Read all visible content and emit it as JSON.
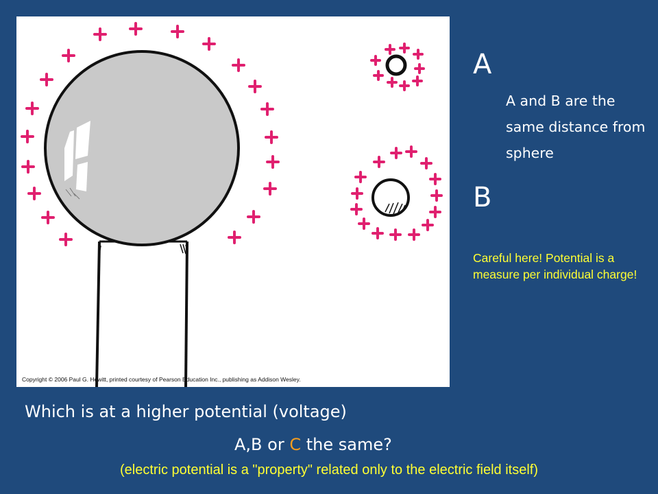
{
  "figure": {
    "copyright": "Copyright © 2006 Paul G. Hewitt, printed courtesy of Pearson Education Inc., publishing as Addison Wesley.",
    "charge_symbol": "+",
    "colors": {
      "charge": "#e0206f",
      "sphere": "#c9c9c9",
      "outline": "#111111"
    }
  },
  "labels": {
    "a": "A",
    "b": "B"
  },
  "note": "A and B are the same distance from sphere",
  "warning": "Careful here! Potential is a measure per individual charge!",
  "question": {
    "line1": "Which is at a higher potential (voltage)",
    "line2_prefix": "A,B or ",
    "line2_option": "C",
    "line2_suffix": " the same?"
  },
  "caption": "(electric potential is a \"property\" related only to the electric field itself)",
  "colors": {
    "background": "#1f4a7c",
    "text": "#ffffff",
    "highlight": "#ffff33",
    "option_c": "#f39c1e"
  }
}
